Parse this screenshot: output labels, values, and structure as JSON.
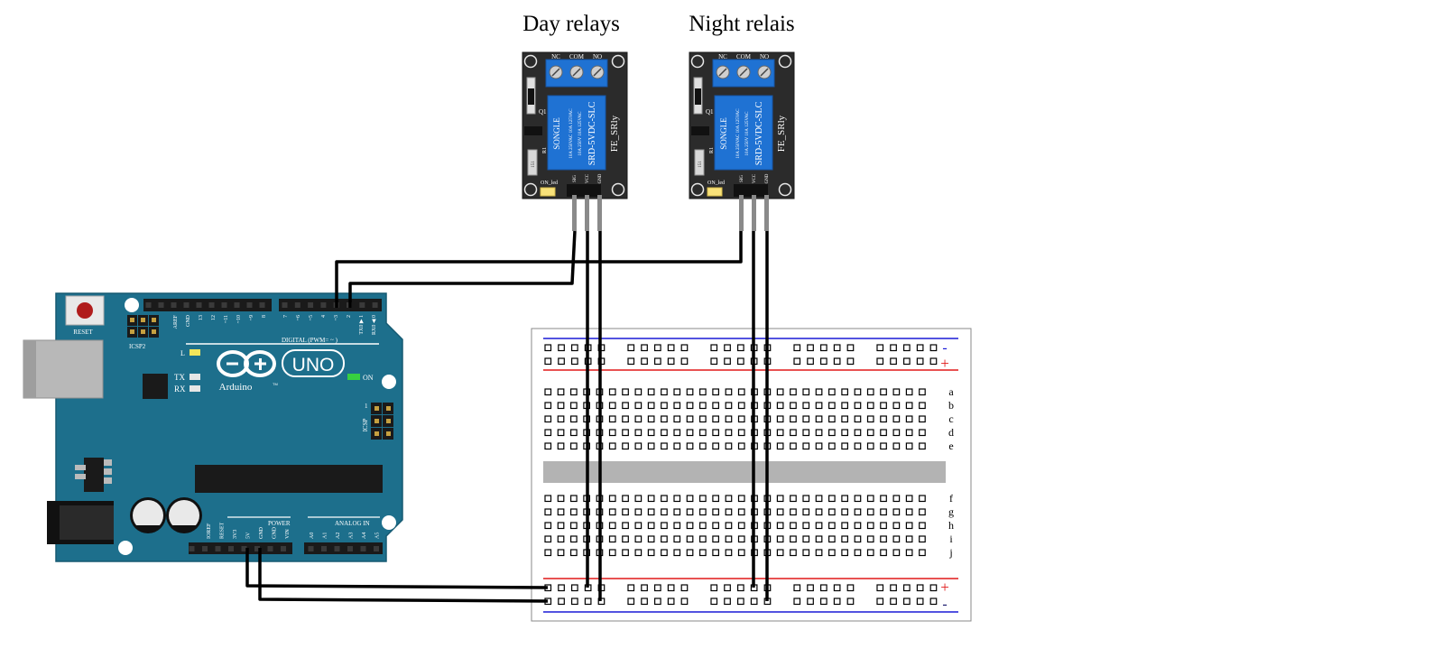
{
  "titles": {
    "day": "Day relays",
    "night": "Night relais"
  },
  "relay": {
    "terminals": [
      "NC",
      "COM",
      "NO"
    ],
    "brand": "SONGLE",
    "model": "SRD-5VDC-SLC",
    "rating1": "10A 250VAC 10A 125VAC",
    "rating2": "10A 250V 10A 125VAC",
    "board": "FE_SRly",
    "q": "Q1",
    "r": "R1",
    "r_value": "151",
    "led": "ON_led",
    "pins": [
      "SIG",
      "VCC",
      "GND"
    ]
  },
  "arduino": {
    "reset": "RESET",
    "icsp2": "ICSP2",
    "icsp": "ICSP",
    "icsp_one": "1",
    "logo_name": "Arduino",
    "uno": "UNO",
    "tm": "TM",
    "l": "L",
    "tx": "TX",
    "rx": "RX",
    "on": "ON",
    "digital": "DIGITAL (PWM= ~ )",
    "digital_pins": [
      "AREF",
      "GND",
      "13",
      "12",
      "~11",
      "~10",
      "~9",
      "8",
      "7",
      "~6",
      "~5",
      "4",
      "~3",
      "2",
      "TX0 ▶ 1",
      "RX0 ◀ 0"
    ],
    "power": "POWER",
    "power_pins": [
      "IOREF",
      "RESET",
      "3V3",
      "5V",
      "GND",
      "GND",
      "VIN"
    ],
    "analog": "ANALOG IN",
    "analog_pins": [
      "A0",
      "A1",
      "A2",
      "A3",
      "A4",
      "A5"
    ]
  },
  "breadboard": {
    "rows_top": [
      "a",
      "b",
      "c",
      "d",
      "e"
    ],
    "rows_bottom": [
      "f",
      "g",
      "h",
      "i",
      "j"
    ],
    "minus": "-",
    "plus": "+"
  },
  "colors": {
    "board": "#1d6f8c",
    "relay_blue": "#1f72d3",
    "wire": "#000000",
    "rail_red": "#e01818",
    "rail_blue": "#1a1ad6"
  }
}
